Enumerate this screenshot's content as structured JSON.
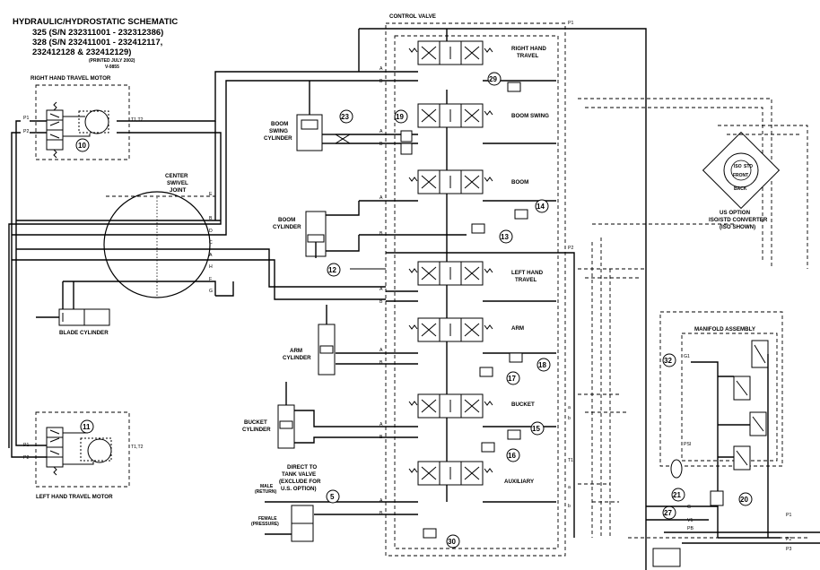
{
  "title_block": {
    "line1": "HYDRAULIC/HYDROSTATIC SCHEMATIC",
    "line2": "325 (S/N 232311001 - 232312386)",
    "line3": "328 (S/N 232411001 - 232412117,",
    "line4": "232412128 & 232412129)",
    "printed": "(PRINTED JULY 2002)",
    "code": "V-0855"
  },
  "labels": {
    "rh_travel_motor": "RIGHT HAND TRAVEL MOTOR",
    "lh_travel_motor": "LEFT HAND TRAVEL MOTOR",
    "blade_cylinder": "BLADE CYLINDER",
    "center_swivel_1": "CENTER",
    "center_swivel_2": "SWIVEL",
    "center_swivel_3": "JOINT",
    "control_valve": "CONTROL VALVE",
    "boom_swing_cyl_1": "BOOM",
    "boom_swing_cyl_2": "SWING",
    "boom_swing_cyl_3": "CYLINDER",
    "boom_cyl_1": "BOOM",
    "boom_cyl_2": "CYLINDER",
    "arm_cyl_1": "ARM",
    "arm_cyl_2": "CYLINDER",
    "bucket_cyl_1": "BUCKET",
    "bucket_cyl_2": "CYLINDER",
    "dtt_1": "DIRECT TO",
    "dtt_2": "TANK VALVE",
    "dtt_3": "(EXCLUDE FOR",
    "dtt_4": "U.S. OPTION)",
    "male_1": "MALE",
    "male_2": "(RETURN)",
    "female_1": "FEMALE",
    "female_2": "(PRESSURE)",
    "sec_rh_travel_1": "RIGHT HAND",
    "sec_rh_travel_2": "TRAVEL",
    "sec_boom_swing": "BOOM SWING",
    "sec_boom": "BOOM",
    "sec_lh_travel_1": "LEFT HAND",
    "sec_lh_travel_2": "TRAVEL",
    "sec_arm": "ARM",
    "sec_bucket": "BUCKET",
    "sec_auxiliary": "AUXILIARY",
    "us_option_1": "US OPTION",
    "us_option_2": "ISO/STD CONVERTER",
    "us_option_3": "(ISO SHOWN)",
    "manifold": "MANIFOLD ASSEMBLY",
    "conv_front": "FRONT",
    "conv_iso": "ISO",
    "conv_std": "STD",
    "conv_back": "BACK"
  },
  "ports": {
    "p1": "P1",
    "p2": "P2",
    "t1t2": "T1,T2",
    "a": "A",
    "b": "B",
    "c": "C",
    "d": "D",
    "e": "E",
    "f": "F",
    "g": "G",
    "h": "H",
    "a_lower": "a",
    "b_lower": "b",
    "t1": "T1",
    "g1": "G1",
    "psi": "PSI",
    "v1": "V1",
    "p3": "P3",
    "pb": "PB"
  },
  "callouts": {
    "c5": "5",
    "c10": "10",
    "c11": "11",
    "c12": "12",
    "c13": "13",
    "c14": "14",
    "c15": "15",
    "c16": "16",
    "c17": "17",
    "c18": "18",
    "c19": "19",
    "c20": "20",
    "c21": "21",
    "c23": "23",
    "c27": "27",
    "c29": "29",
    "c30": "30",
    "c32": "32"
  }
}
